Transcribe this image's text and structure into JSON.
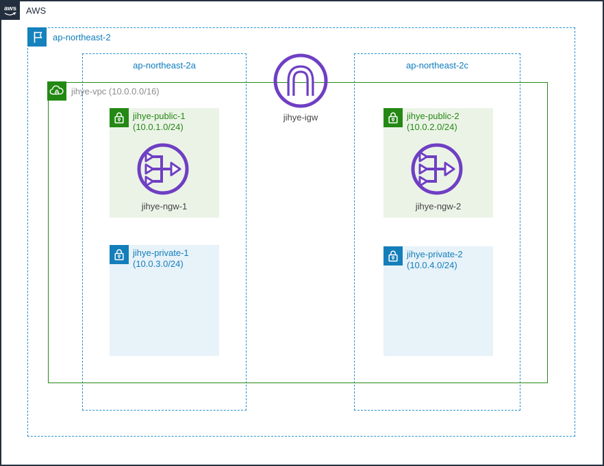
{
  "aws_cloud": {
    "logo_text": "aws",
    "label": "AWS"
  },
  "region": {
    "label": "ap-northeast-2"
  },
  "vpc": {
    "label": "jihye-vpc (10.0.0.0/16)"
  },
  "internet_gateway": {
    "label": "jihye-igw"
  },
  "availability_zones": [
    {
      "label": "ap-northeast-2a",
      "public_subnet": {
        "name": "jihye-public-1",
        "cidr": "(10.0.1.0/24)"
      },
      "nat_gateway": {
        "label": "jihye-ngw-1"
      },
      "private_subnet": {
        "name": "jihye-private-1",
        "cidr": "(10.0.3.0/24)"
      }
    },
    {
      "label": "ap-northeast-2c",
      "public_subnet": {
        "name": "jihye-public-2",
        "cidr": "(10.0.2.0/24)"
      },
      "nat_gateway": {
        "label": "jihye-ngw-2"
      },
      "private_subnet": {
        "name": "jihye-private-2",
        "cidr": "(10.0.4.0/24)"
      }
    }
  ],
  "colors": {
    "aws_dark": "#232F3E",
    "region_icon_blue": "#1581BD",
    "dashed_border_blue": "#2490CC",
    "label_blue": "#0C7BBD",
    "vpc_green": "#248814",
    "public_subnet_fill": "#EBF3E7",
    "private_subnet_fill": "#E7F2F9",
    "private_blue": "#147EBA",
    "gateway_purple": "#6F3FC3",
    "vpc_label_gray": "#8C8C8C"
  }
}
